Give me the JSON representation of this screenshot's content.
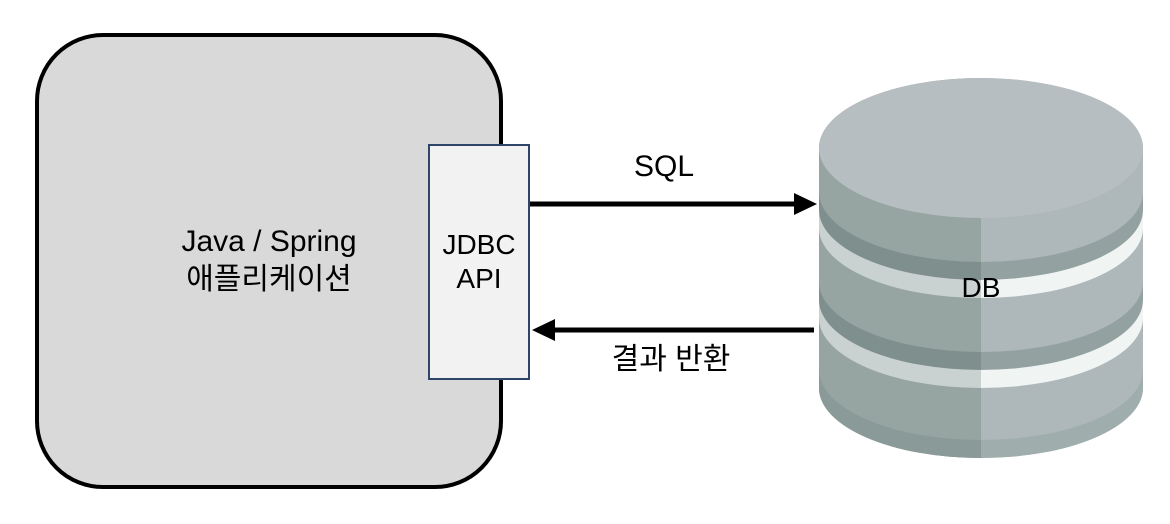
{
  "diagram": {
    "application_box": {
      "label_line1": "Java / Spring",
      "label_line2": "애플리케이션"
    },
    "jdbc_box": {
      "label_line1": "JDBC",
      "label_line2": "API"
    },
    "sql_arrow": {
      "label": "SQL",
      "direction": "right"
    },
    "result_arrow": {
      "label": "결과 반환",
      "direction": "left"
    },
    "database": {
      "label": "DB"
    },
    "colors": {
      "app_box_fill": "#d9d9d9",
      "app_box_border": "#000000",
      "jdbc_box_fill": "#f2f2f2",
      "jdbc_box_border": "#2e4569",
      "arrow": "#000000",
      "cylinder_top": "#b7bec1",
      "cylinder_body_right": "#aeb7b9",
      "cylinder_body_left": "#96a4a2",
      "cylinder_band_dark_right": "#93a2a1",
      "cylinder_band_dark_left": "#7e8f8e",
      "cylinder_band_light_right": "#f0f4f3",
      "cylinder_band_light_left": "#c9d2d1",
      "cylinder_rim_right": "#9faeac",
      "cylinder_rim_left": "#8a9a98"
    }
  }
}
